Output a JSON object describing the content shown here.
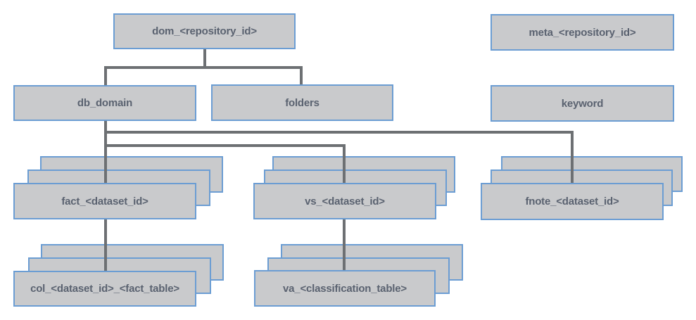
{
  "diagram": {
    "description": "Database repository table hierarchy diagram",
    "colors": {
      "background": "#ffffff",
      "box_fill": "#c9cacc",
      "box_border": "#6b9dd3",
      "text": "#5a6270",
      "line": "#6d7073"
    },
    "nodes": {
      "dom": {
        "label": "dom_<repository_id>",
        "layers": 1
      },
      "meta": {
        "label": "meta_<repository_id>",
        "layers": 1
      },
      "db_domain": {
        "label": "db_domain",
        "layers": 1
      },
      "folders": {
        "label": "folders",
        "layers": 1
      },
      "keyword": {
        "label": "keyword",
        "layers": 1
      },
      "fact": {
        "label": "fact_<dataset_id>",
        "layers": 3
      },
      "vs": {
        "label": "vs_<dataset_id>",
        "layers": 3
      },
      "fnote": {
        "label": "fnote_<dataset_id>",
        "layers": 3
      },
      "col": {
        "label": "col_<dataset_id>_<fact_table>",
        "layers": 3
      },
      "va": {
        "label": "va_<classification_table>",
        "layers": 3
      }
    },
    "edges": [
      {
        "from": "dom_<repository_id>",
        "to": "db_domain"
      },
      {
        "from": "dom_<repository_id>",
        "to": "folders"
      },
      {
        "from": "db_domain",
        "to": "fact_<dataset_id>"
      },
      {
        "from": "db_domain",
        "to": "vs_<dataset_id>"
      },
      {
        "from": "db_domain",
        "to": "fnote_<dataset_id>"
      },
      {
        "from": "fact_<dataset_id>",
        "to": "col_<dataset_id>_<fact_table>"
      },
      {
        "from": "vs_<dataset_id>",
        "to": "va_<classification_table>"
      }
    ]
  }
}
